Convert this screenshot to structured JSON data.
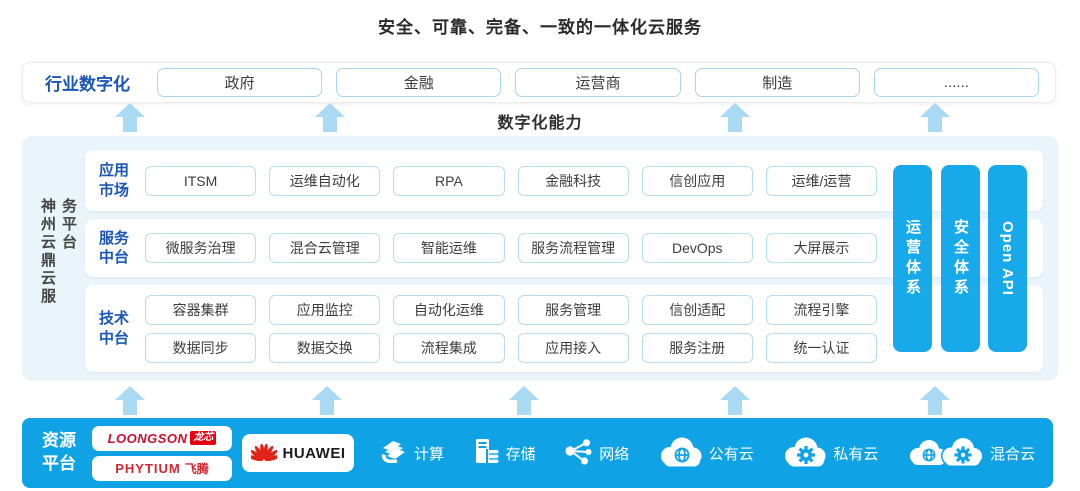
{
  "title": "安全、可靠、完备、一致的一体化云服务",
  "industry_row": {
    "label": "行业数字化",
    "items": [
      "政府",
      "金融",
      "运营商",
      "制造",
      "......"
    ]
  },
  "capability_label": "数字化能力",
  "platform": {
    "side_label": "神州云鼎云服务平台",
    "rows": [
      {
        "label": "应用市场",
        "lines": [
          [
            "ITSM",
            "运维自动化",
            "RPA",
            "金融科技",
            "信创应用",
            "运维/运营"
          ]
        ]
      },
      {
        "label": "服务中台",
        "lines": [
          [
            "微服务治理",
            "混合云管理",
            "智能运维",
            "服务流程管理",
            "DevOps",
            "大屏展示"
          ]
        ]
      },
      {
        "label": "技术中台",
        "lines": [
          [
            "容器集群",
            "应用监控",
            "自动化运维",
            "服务管理",
            "信创适配",
            "流程引擎"
          ],
          [
            "数据同步",
            "数据交换",
            "流程集成",
            "应用接入",
            "服务注册",
            "统一认证"
          ]
        ]
      }
    ],
    "pillars": [
      "运营体系",
      "安全体系",
      "Open API"
    ]
  },
  "resource_platform": {
    "label": "资源平台",
    "vendors": {
      "loongson": {
        "brand": "LOONGSON",
        "tag": "龙芯"
      },
      "phytium": {
        "brand": "PHYTIUM",
        "tag": "飞腾"
      },
      "huawei": {
        "brand": "HUAWEI"
      }
    },
    "resources": [
      {
        "icon": "compute-icon",
        "label": "计算"
      },
      {
        "icon": "storage-icon",
        "label": "存储"
      },
      {
        "icon": "network-icon",
        "label": "网络"
      },
      {
        "icon": "public-cloud-icon",
        "label": "公有云"
      },
      {
        "icon": "private-cloud-icon",
        "label": "私有云"
      },
      {
        "icon": "hybrid-cloud-icon",
        "label": "混合云"
      }
    ]
  },
  "colors": {
    "accent_blue": "#0fa3e6",
    "pillar_blue": "#18a9ea",
    "panel_light_blue": "#e9f4fb",
    "arrow_blue": "#a9d9f3",
    "label_blue": "#1a56b4",
    "box_border_blue": "#b7ddf2",
    "brand_red": "#e2231a",
    "text_dark": "#2a2a2a"
  }
}
